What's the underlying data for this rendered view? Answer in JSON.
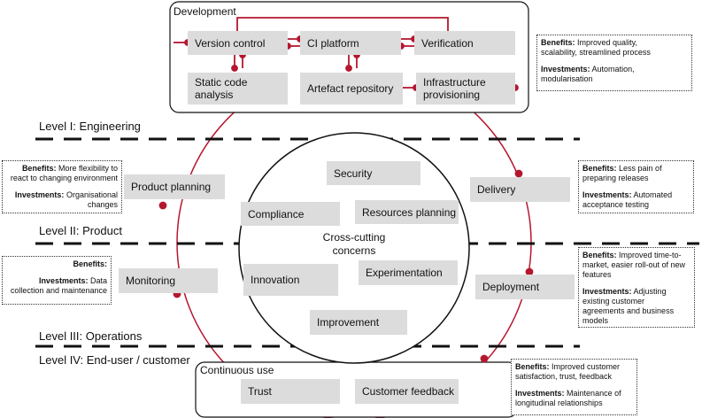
{
  "groups": {
    "development": "Development",
    "continuous_use": "Continuous use",
    "cross_cutting": [
      "Cross-cutting",
      "concerns"
    ]
  },
  "boxes": {
    "version_control": "Version control",
    "ci_platform": "CI platform",
    "verification": "Verification",
    "static_code": [
      "Static code",
      "analysis"
    ],
    "artefact_repository": "Artefact repository",
    "infrastructure": [
      "Infrastructure",
      "provisioning"
    ],
    "product_planning": "Product planning",
    "delivery": "Delivery",
    "monitoring": "Monitoring",
    "deployment": "Deployment",
    "security": "Security",
    "compliance": "Compliance",
    "resources_planning": "Resources planning",
    "innovation": "Innovation",
    "experimentation": "Experimentation",
    "improvement": "Improvement",
    "trust": "Trust",
    "customer_feedback": "Customer feedback"
  },
  "levels": {
    "engineering": "Level I: Engineering",
    "product": "Level II: Product",
    "operations": "Level III: Operations",
    "end_user": "Level IV: End-user / customer"
  },
  "notes": {
    "benefits_label": "Benefits:",
    "investments_label": "Investments:",
    "development": {
      "benefits": [
        "Improved quality,",
        "scalability, streamlined process"
      ],
      "investments": [
        "Automation,",
        "modularisation"
      ]
    },
    "product_planning": {
      "benefits": [
        "More flexibility to",
        "react to changing environment"
      ],
      "investments": [
        "Organisational",
        "changes"
      ]
    },
    "delivery": {
      "benefits": [
        "Less pain of",
        "preparing releases"
      ],
      "investments": [
        "Automated",
        "acceptance testing"
      ]
    },
    "monitoring": {
      "benefits": [],
      "investments": [
        "Data",
        "collection and maintenance"
      ]
    },
    "deployment": {
      "benefits": [
        "Improved time-to-",
        "market, easier roll-out of new",
        "features"
      ],
      "investments": [
        "Adjusting",
        "existing customer",
        "agreements and business",
        "models"
      ]
    },
    "continuous_use": {
      "benefits": [
        "Improved customer",
        "satisfaction, trust, feedback"
      ],
      "investments": [
        "Maintenance of",
        "longitudinal relationships"
      ]
    }
  },
  "colors": {
    "accent": "#b5172f",
    "box_fill": "#dcdcdc",
    "line": "#111111"
  }
}
